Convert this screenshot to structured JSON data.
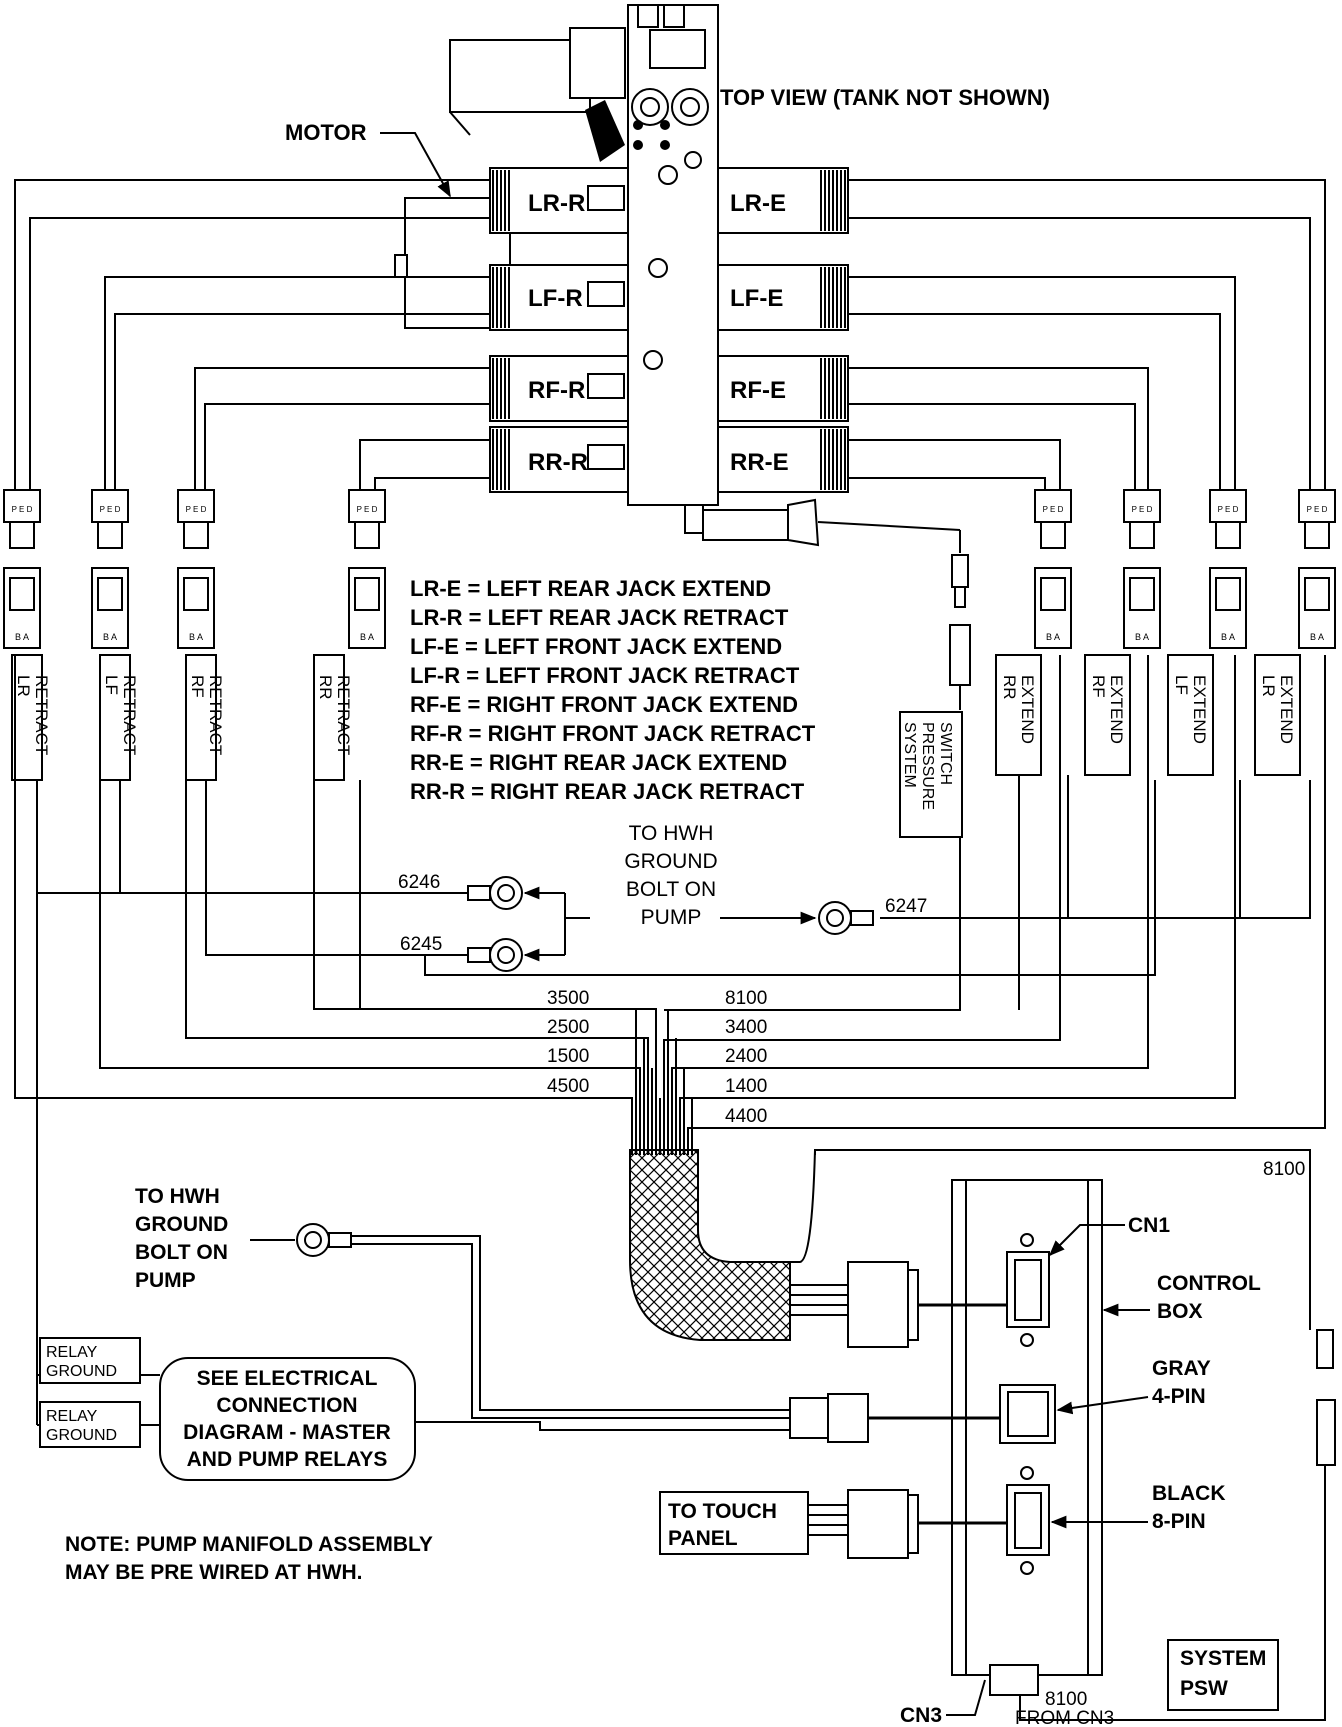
{
  "header": {
    "top_view": "TOP VIEW (TANK NOT SHOWN)",
    "motor": "MOTOR"
  },
  "valves": [
    "LR-R",
    "LR-E",
    "LF-R",
    "LF-E",
    "RF-R",
    "RF-E",
    "RR-R",
    "RR-E"
  ],
  "legend": [
    "LR-E = LEFT REAR JACK EXTEND",
    "LR-R = LEFT REAR JACK RETRACT",
    "LF-E = LEFT FRONT JACK EXTEND",
    "LF-R = LEFT FRONT JACK RETRACT",
    "RF-E = RIGHT FRONT JACK EXTEND",
    "RF-R = RIGHT FRONT JACK RETRACT",
    "RR-E = RIGHT REAR JACK EXTEND",
    "RR-R = RIGHT REAR JACK RETRACT"
  ],
  "connector_tags": {
    "left": [
      {
        "l1": "LR",
        "l2": "RETRACT"
      },
      {
        "l1": "LF",
        "l2": "RETRACT"
      },
      {
        "l1": "RF",
        "l2": "RETRACT"
      },
      {
        "l1": "RR",
        "l2": "RETRACT"
      }
    ],
    "right": [
      {
        "l1": "RR",
        "l2": "EXTEND"
      },
      {
        "l1": "RF",
        "l2": "EXTEND"
      },
      {
        "l1": "LF",
        "l2": "EXTEND"
      },
      {
        "l1": "LR",
        "l2": "EXTEND"
      }
    ],
    "pressure_switch": [
      "SYSTEM",
      "PRESSURE",
      "SWITCH"
    ],
    "plug_marks": {
      "top": "P E D",
      "pins": "B  A"
    }
  },
  "ground": {
    "lines": [
      "TO HWH",
      "GROUND",
      "BOLT ON",
      "PUMP"
    ],
    "w6246": "6246",
    "w6245": "6245",
    "w6247": "6247"
  },
  "harness_wires": {
    "left": [
      "3500",
      "2500",
      "1500",
      "4500"
    ],
    "right": [
      "8100",
      "3400",
      "2400",
      "1400",
      "4400"
    ]
  },
  "lower": {
    "ground_lines": [
      "TO HWH",
      "GROUND",
      "BOLT ON",
      "PUMP"
    ],
    "relay": [
      "RELAY",
      "GROUND"
    ],
    "see": [
      "SEE ELECTRICAL",
      "CONNECTION",
      "DIAGRAM - MASTER",
      "AND PUMP RELAYS"
    ],
    "note": [
      "NOTE: PUMP MANIFOLD ASSEMBLY",
      "MAY BE PRE WIRED AT HWH."
    ],
    "touch": [
      "TO TOUCH",
      "PANEL"
    ],
    "cn1": "CN1",
    "control": [
      "CONTROL",
      "BOX"
    ],
    "gray": [
      "GRAY",
      "4-PIN"
    ],
    "black": [
      "BLACK",
      "8-PIN"
    ],
    "cn3": "CN3",
    "from_cn3": "FROM CN3",
    "w8100_top": "8100",
    "w8100_bot": "8100",
    "system_psw": [
      "SYSTEM",
      "PSW"
    ]
  }
}
